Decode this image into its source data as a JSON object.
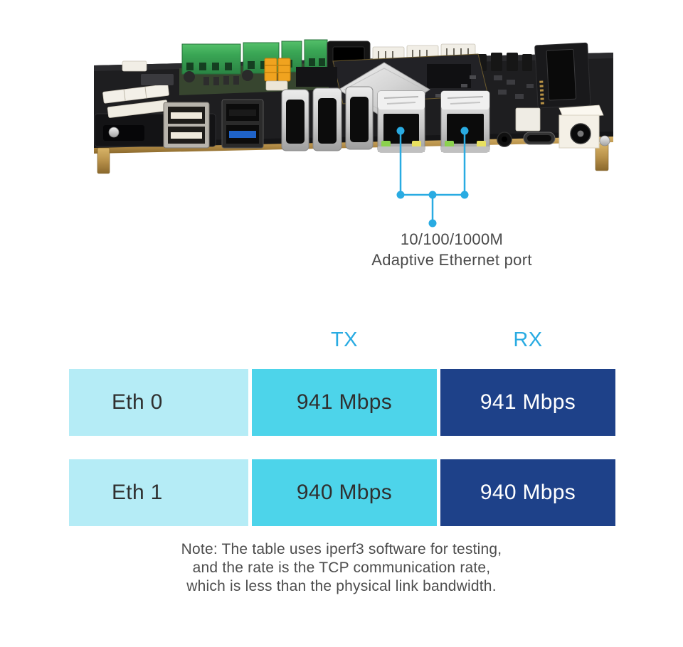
{
  "callout": {
    "line1": "10/100/1000M",
    "line2": "Adaptive Ethernet port",
    "accent_color": "#29abe2",
    "text_color": "#4a4a4a"
  },
  "table": {
    "col_header_tx": "TX",
    "col_header_rx": "RX",
    "header_text_color": "#29abe2",
    "rows": [
      {
        "label": "Eth 0",
        "tx": "941 Mbps",
        "rx": "941 Mbps"
      },
      {
        "label": "Eth 1",
        "tx": "940 Mbps",
        "rx": "940 Mbps"
      }
    ],
    "cell_colors": {
      "label_bg": "#b5ecf6",
      "tx_bg": "#4dd4ea",
      "rx_bg": "#1e4189",
      "label_text": "#2f2f2f",
      "tx_text": "#2f2f2f",
      "rx_text": "#ffffff"
    }
  },
  "note": {
    "lines": [
      "Note: The table uses iperf3 software for testing,",
      "and the rate is the TCP communication rate,",
      "which is less than the physical link bandwidth."
    ],
    "text_color": "#4d4d4d"
  }
}
